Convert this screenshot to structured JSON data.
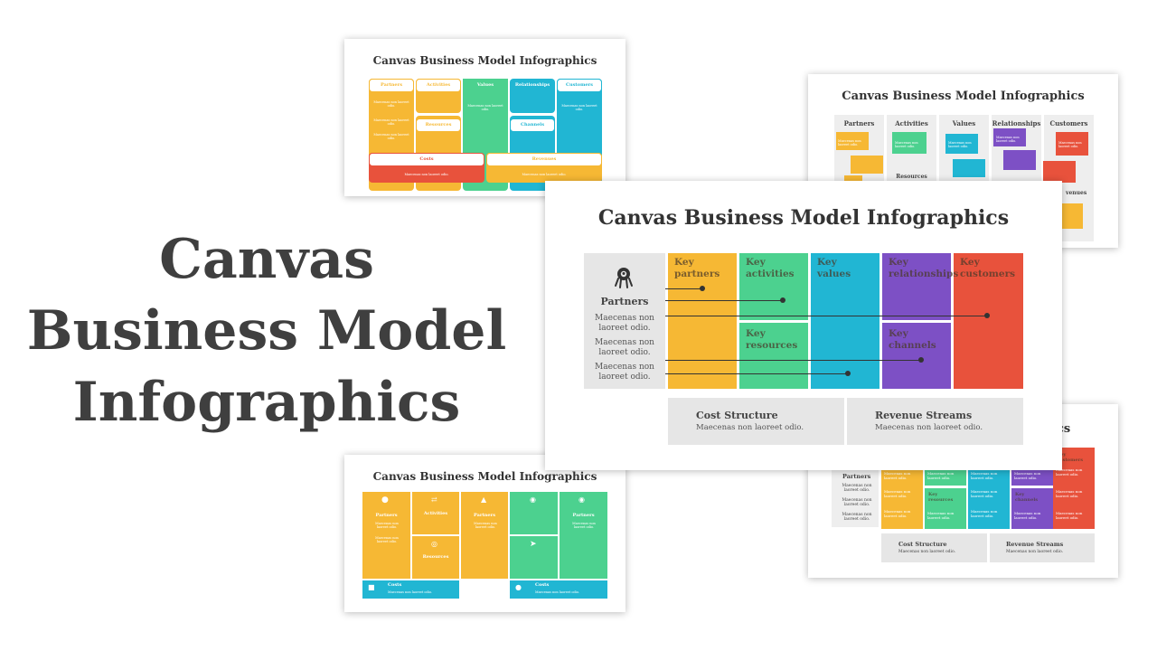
{
  "hero": {
    "title": "Canvas Business Model Infographics"
  },
  "main_slide": {
    "title": "Canvas Business Model Infographics",
    "partners_label": "Partners",
    "partner_items": [
      "Maecenas non laoreet odio.",
      "Maecenas non laoreet odio.",
      "Maecenas non laoreet odio."
    ],
    "cards": {
      "key_partners": "Key partners",
      "key_activities": "Key activities",
      "key_values": "Key values",
      "key_relationships": "Key relationships",
      "key_customers": "Key customers",
      "key_resources": "Key resources",
      "key_channels": "Key channels"
    },
    "cost": {
      "title": "Cost Structure",
      "text": "Maecenas non laoreet odio."
    },
    "revenue": {
      "title": "Revenue Streams",
      "text": "Maecenas non laoreet odio."
    },
    "icon": "octopus-person-icon"
  },
  "slide_top_left": {
    "title": "Canvas Business Model Infographics",
    "columns": [
      "Partners",
      "Activities",
      "Values",
      "Relationships",
      "Customers"
    ],
    "resources": "Resources",
    "channels": "Channels",
    "costs": "Costs",
    "revenues": "Revenues",
    "item": "Maecenas non laoreet odio.",
    "bar_text": "Maecenas non laoreet odio."
  },
  "slide_top_right": {
    "title": "Canvas Business Model Infographics",
    "columns": [
      "Partners",
      "Activities",
      "Values",
      "Relationships",
      "Customers"
    ],
    "resources": "Resources",
    "revenues_partial": "venues",
    "item": "Maecenas non laoreet odio."
  },
  "slide_bottom_left": {
    "title": "Canvas Business Model Infographics",
    "labels": [
      "Partners",
      "Activities",
      "Partners",
      "Partners"
    ],
    "resources": "Resources",
    "costs": [
      "Costs",
      "Costs"
    ],
    "item": "Maecenas non laoreet odio.",
    "bar_text": "Maecenas non laoreet odio."
  },
  "slide_bottom_right": {
    "title_partial": "ics",
    "partners": "Partners",
    "key_customers": "Key customers",
    "key_resources": "Key resources",
    "key_channels": "Key channels",
    "item": "Maecenas non laoreet odio.",
    "cost": {
      "title": "Cost Structure",
      "text": "Maecenas non laoreet odio."
    },
    "revenue": {
      "title": "Revenue Streams",
      "text": "Maecenas non laoreet odio."
    }
  },
  "colors": {
    "yellow": "#f6b834",
    "green": "#4cd18f",
    "blue": "#21b6d3",
    "purple": "#7d50c5",
    "red": "#e8523c",
    "grey": "#e6e6e6"
  }
}
